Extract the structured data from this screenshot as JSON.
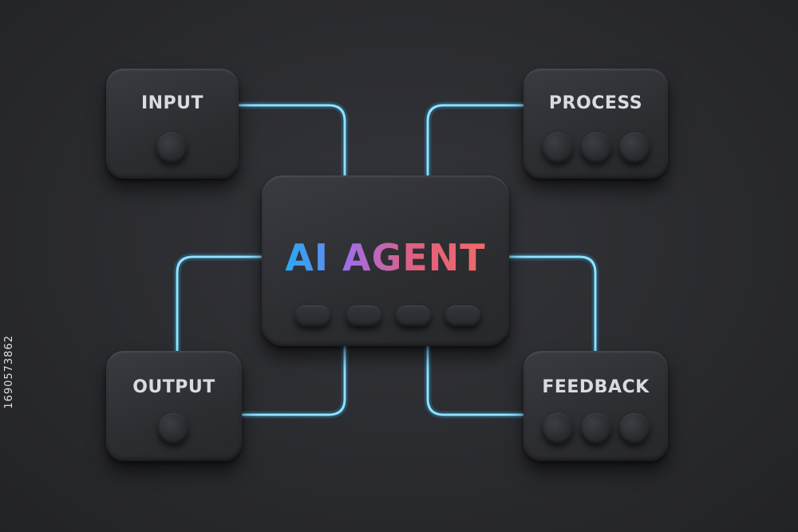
{
  "diagram": {
    "center": {
      "title_part1": "AI",
      "title_part2": "AGENT",
      "buttons": 4
    },
    "nodes": {
      "input": {
        "label": "INPUT",
        "knobs": 1
      },
      "process": {
        "label": "PROCESS",
        "knobs": 3
      },
      "output": {
        "label": "OUTPUT",
        "knobs": 1
      },
      "feedback": {
        "label": "FEEDBACK",
        "knobs": 3
      }
    },
    "connector_color": "#8fe3ff",
    "connector_glow": "#2fb6ff",
    "title_gradient": [
      "#2aa8f2",
      "#9a6ff0",
      "#e0607e",
      "#f06a6a"
    ]
  },
  "watermark": {
    "side_id": "1690573862"
  }
}
